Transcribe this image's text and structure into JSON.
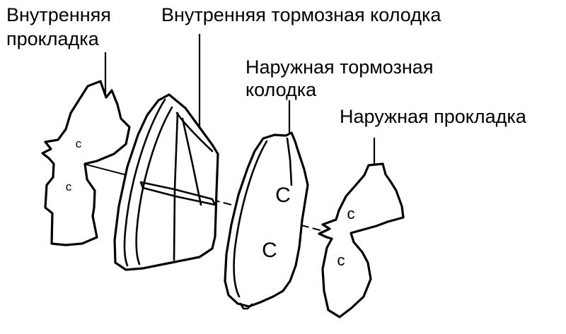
{
  "labels": {
    "inner_shim_line1": "Внутренняя",
    "inner_shim_line2": "прокладка",
    "inner_pad": "Внутренняя тормозная колодка",
    "outer_pad_line1": "Наружная тормозная",
    "outer_pad_line2": "колодка",
    "outer_shim": "Наружная прокладка"
  },
  "markings": {
    "inner_shim_upper": "c",
    "inner_shim_lower": "c",
    "outer_pad_upper": "C",
    "outer_pad_lower": "C",
    "outer_shim_upper": "c",
    "outer_shim_lower": "c"
  }
}
